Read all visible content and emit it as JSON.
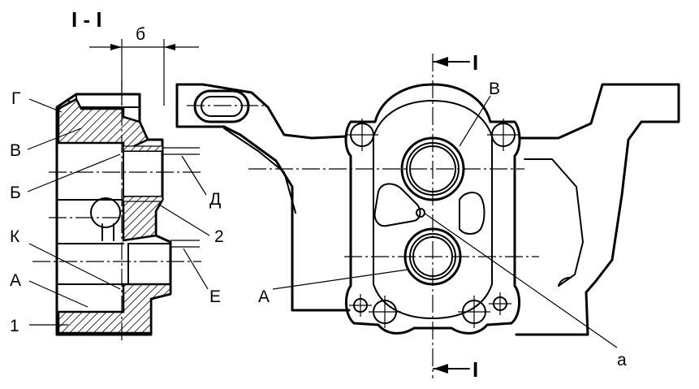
{
  "section_title": "I - I",
  "section_marks": {
    "top": "I",
    "bottom": "I"
  },
  "dimension_label": "б",
  "section_labels": {
    "G": "Г",
    "V": "В",
    "B": "Б",
    "K": "К",
    "A": "А",
    "one": "1",
    "D": "Д",
    "two": "2",
    "E": "Е"
  },
  "view_labels": {
    "V": "В",
    "A": "А",
    "a": "а"
  }
}
